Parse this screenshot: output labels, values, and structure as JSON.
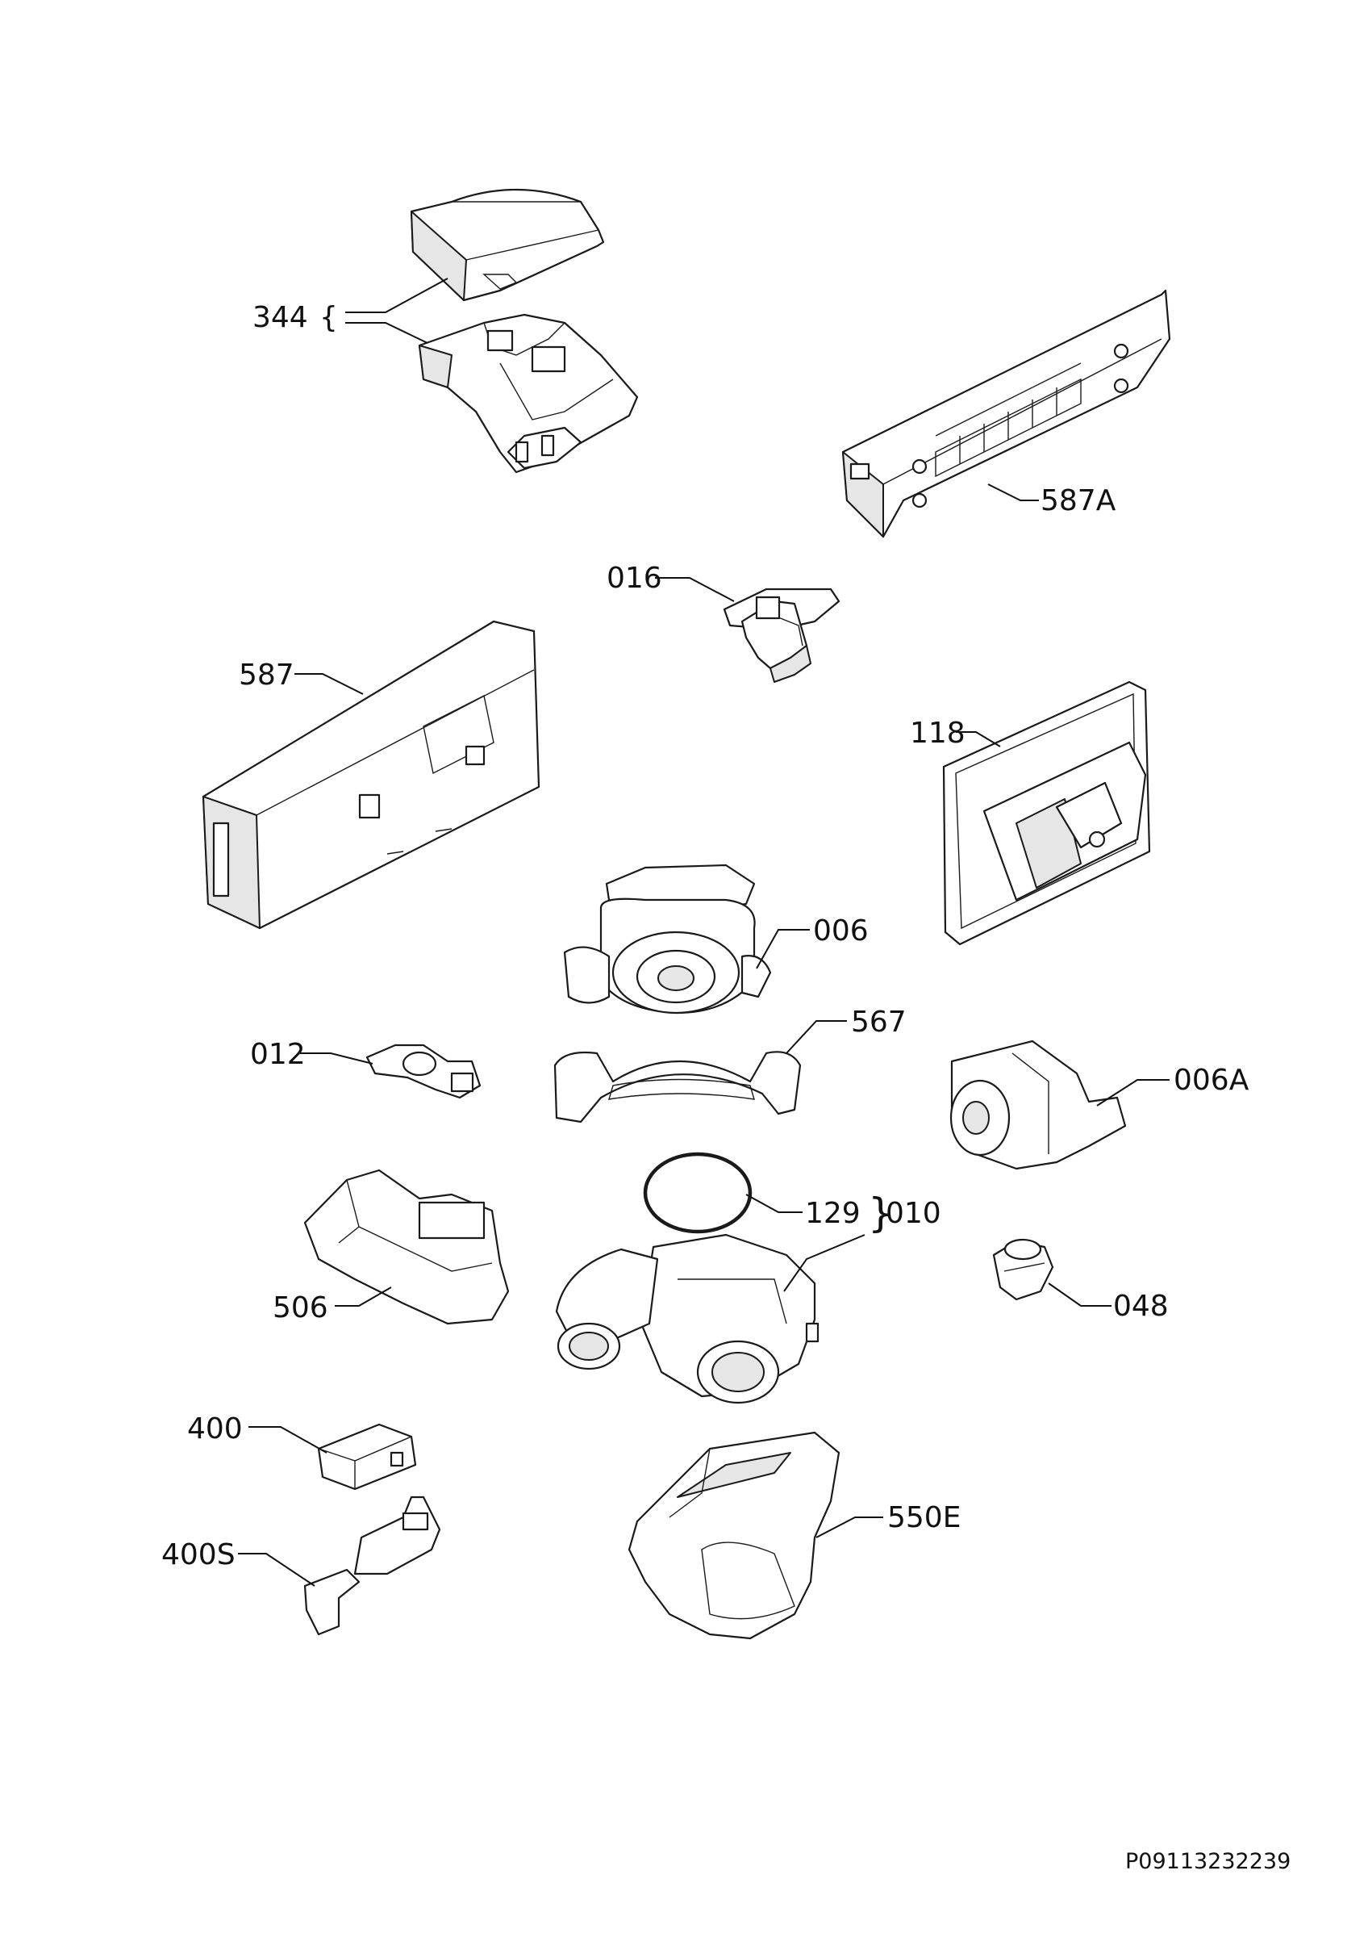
{
  "labels": {
    "l344": "344",
    "l587A": "587A",
    "l016": "016",
    "l587": "587",
    "l118": "118",
    "l006": "006",
    "l567": "567",
    "l012": "012",
    "l006A": "006A",
    "l129": "129",
    "l010": "010",
    "l506": "506",
    "l048": "048",
    "l400": "400",
    "l400S": "400S",
    "l550E": "550E"
  },
  "document_number": "P09113232239"
}
